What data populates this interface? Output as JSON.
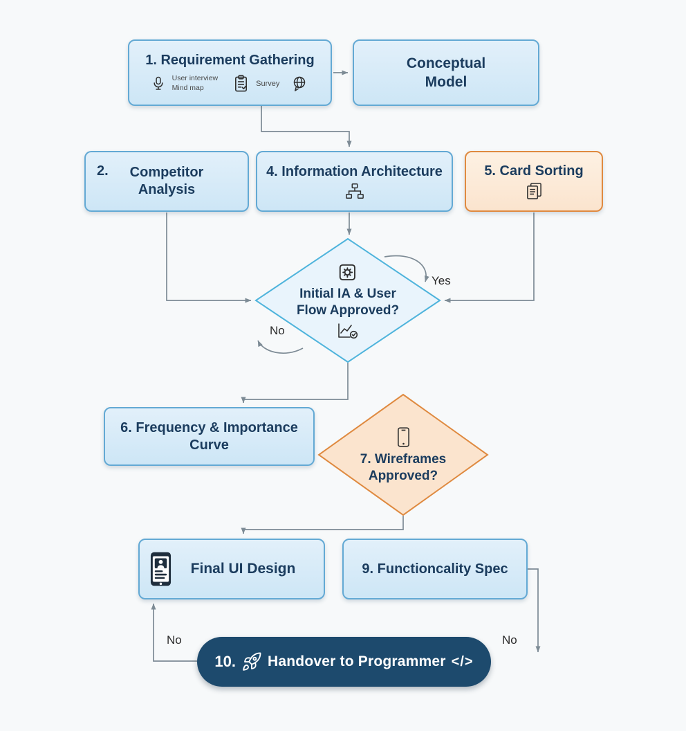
{
  "palette": {
    "canvas_bg": "#f7f9fa",
    "blue_fill": "#cde6f6",
    "blue_border": "#63a9d4",
    "diamond_blue_fill": "#e9f4fc",
    "diamond_blue_border": "#4fb4dc",
    "orange_fill": "#fbe4ce",
    "orange_border": "#df8a40",
    "navy_text": "#1b3c5e",
    "pill_bg": "#1d4a6d",
    "pill_text": "#ffffff",
    "arrow": "#7d8b95",
    "label_text": "#2b2b2b",
    "icon_stroke": "#2f2f2f",
    "subtext": "#4a4a4a"
  },
  "icons": {
    "requirement_mic": "microphone",
    "requirement_survey": "clipboard-checklist",
    "requirement_chat": "globe-speech-bubble",
    "information_architecture": "sitemap",
    "card_sorting": "stacked-cards",
    "decision_gear": "gear-panel",
    "decision_chart": "line-chart-check",
    "wireframes_phone": "smartphone-outline",
    "final_ui_phone": "smartphone-profile",
    "handover_rocket": "rocket"
  },
  "nodes": {
    "requirement_gathering": {
      "title": "1. Requirement Gathering",
      "mic_caption_line1": "User interview",
      "mic_caption_line2": "Mind map",
      "survey_caption": "Survey"
    },
    "conceptual_model": {
      "line1": "Conceptual",
      "line2": "Model"
    },
    "competitor_analysis": {
      "number": "2.",
      "line1": "Competitor",
      "line2": "Analysis"
    },
    "information_architecture": {
      "title": "4. Information Architecture"
    },
    "card_sorting": {
      "title": "5. Card Sorting"
    },
    "ia_flow_decision": {
      "line1": "Initial IA & User",
      "line2": "Flow Approved?"
    },
    "frequency_importance": {
      "line1": "6. Frequency & Importance",
      "line2": "Curve"
    },
    "wireframes_decision": {
      "line1": "7. Wireframes",
      "line2": "Approved?"
    },
    "final_ui_design": {
      "title": "Final UI Design"
    },
    "functionality_spec": {
      "title": "9. Functioncality Spec"
    },
    "handover": {
      "number": "10.",
      "title": "Handover to Programmer",
      "code_glyph": "</>"
    }
  },
  "labels": {
    "yes": "Yes",
    "no_decision1": "No",
    "no_left_loop": "No",
    "no_right_loop": "No"
  }
}
